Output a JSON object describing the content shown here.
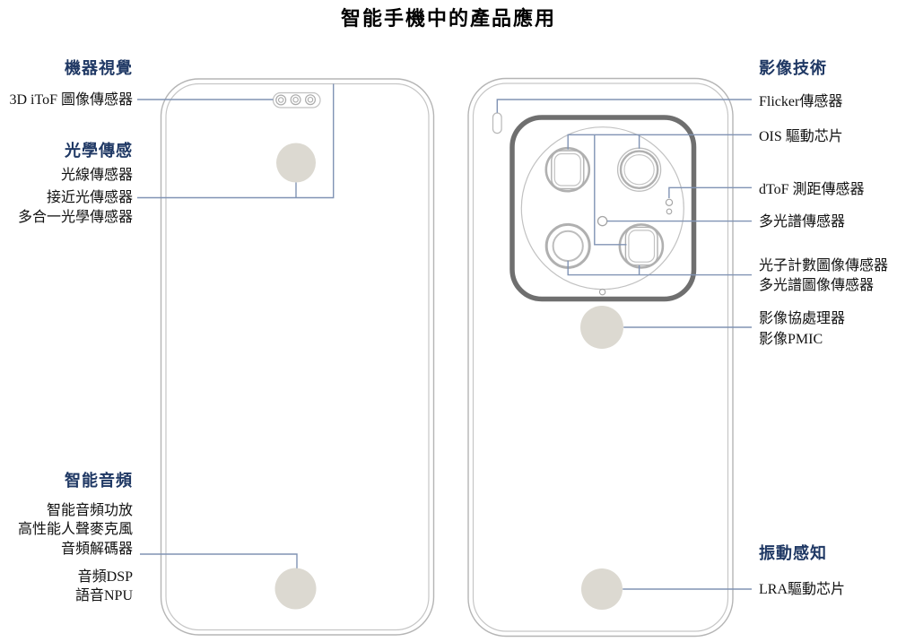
{
  "title": "智能手機中的產品應用",
  "left": {
    "sections": [
      {
        "header": "機器視覺",
        "items": [
          "3D iToF 圖像傳感器"
        ]
      },
      {
        "header": "光學傳感",
        "items": [
          "光線傳感器",
          "接近光傳感器",
          "多合一光學傳感器"
        ]
      },
      {
        "header": "智能音頻",
        "items": [
          "智能音頻功放",
          "高性能人聲麥克風",
          "音頻解碼器",
          "音頻DSP",
          "語音NPU"
        ]
      }
    ]
  },
  "right": {
    "sections": [
      {
        "header": "影像技術",
        "items": [
          "Flicker傳感器",
          "OIS 驅動芯片",
          "dToF 測距傳感器",
          "多光譜傳感器",
          "光子計數圖像傳感器",
          "多光譜圖像傳感器",
          "影像協處理器",
          "影像PMIC"
        ]
      },
      {
        "header": "振動感知",
        "items": [
          "LRA驅動芯片"
        ]
      }
    ]
  },
  "colors": {
    "header_text": "#1f3864",
    "body_text": "#111111",
    "callout_line": "#8093b4",
    "phone_outline": "#b8b8b8",
    "camera_module_frame": "#6f6f6f",
    "component_blob_fill": "#dcd9d1"
  }
}
